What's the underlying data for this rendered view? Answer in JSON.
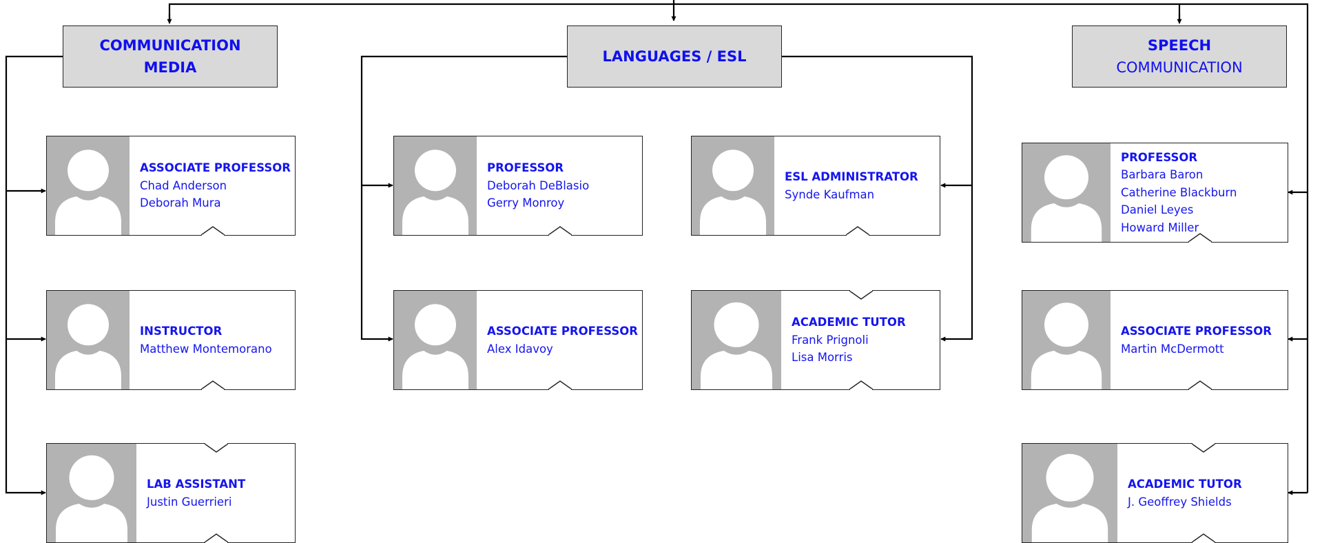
{
  "departments": [
    {
      "line1": "COMMUNICATION",
      "line2": "MEDIA"
    },
    {
      "line1": "LANGUAGES / ESL",
      "line2": ""
    },
    {
      "line1": "SPEECH",
      "line2": "COMMUNICATION"
    }
  ],
  "cards": [
    {
      "title": "ASSOCIATE PROFESSOR",
      "names": [
        "Chad Anderson",
        "Deborah Mura"
      ]
    },
    {
      "title": "INSTRUCTOR",
      "names": [
        "Matthew Montemorano"
      ]
    },
    {
      "title": "LAB ASSISTANT",
      "names": [
        "Justin Guerrieri"
      ]
    },
    {
      "title": "PROFESSOR",
      "names": [
        "Deborah DeBlasio",
        "Gerry Monroy"
      ]
    },
    {
      "title": "ASSOCIATE PROFESSOR",
      "names": [
        "Alex Idavoy"
      ]
    },
    {
      "title": "ESL ADMINISTRATOR",
      "names": [
        "Synde Kaufman"
      ]
    },
    {
      "title": "ACADEMIC TUTOR",
      "names": [
        "Frank Prignoli",
        "Lisa Morris"
      ]
    },
    {
      "title": "PROFESSOR",
      "names": [
        "Barbara Baron",
        "Catherine Blackburn",
        "Daniel Leyes",
        "Howard Miller"
      ]
    },
    {
      "title": "ASSOCIATE PROFESSOR",
      "names": [
        "Martin McDermott"
      ]
    },
    {
      "title": "ACADEMIC TUTOR",
      "names": [
        "J. Geoffrey Shields"
      ]
    }
  ],
  "colors": {
    "text": "#1515ee",
    "dept_fill": "#d9d9d9",
    "photo_fill": "#b3b3b3",
    "line": "#000000"
  },
  "icons": {
    "photo": "person-placeholder-icon",
    "arrow": "arrowhead-icon"
  }
}
